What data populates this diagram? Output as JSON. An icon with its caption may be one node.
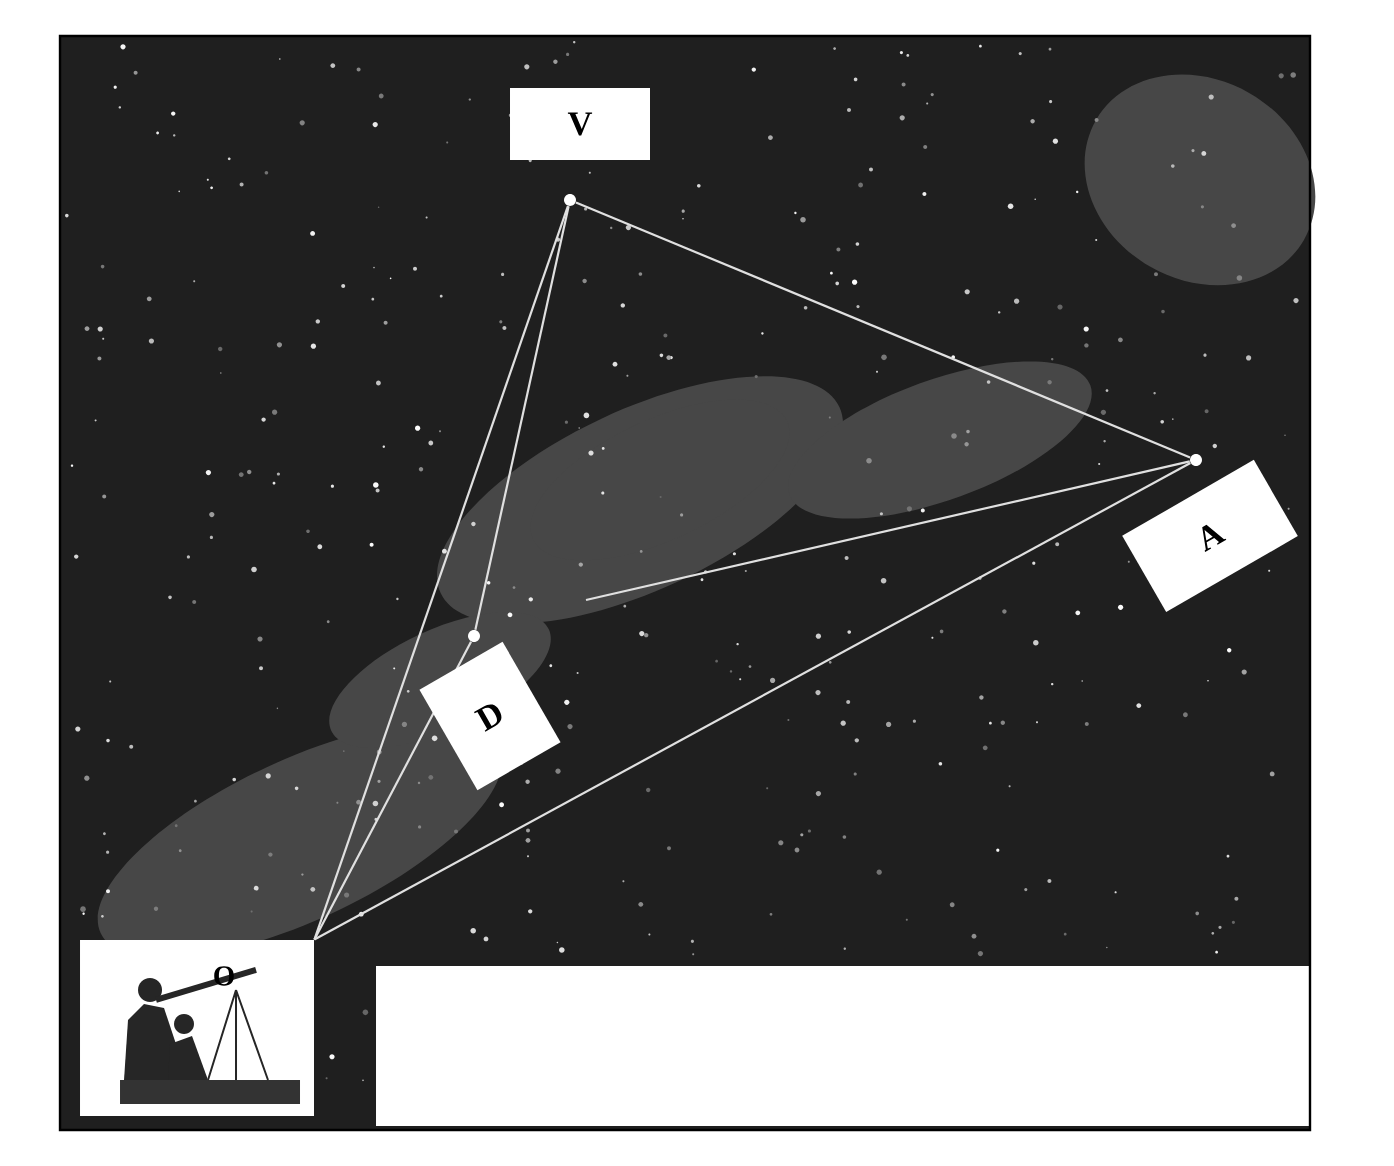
{
  "diagram": {
    "nodes": [
      {
        "text": [],
        "shape": "circle"
      },
      {
        "text": [],
        "shape": "circle"
      },
      {
        "text": [],
        "shape": "circle"
      },
      {
        "text": [
          "O"
        ]
      }
    ],
    "edges": [
      {
        "from": 3,
        "to": 0,
        "arrow": "none"
      },
      {
        "from": 3,
        "to": 2,
        "arrow": "none"
      },
      {
        "from": 2,
        "to": 0,
        "arrow": "none"
      },
      {
        "from": 0,
        "to": 1,
        "arrow": "none"
      },
      {
        "from": 1,
        "to": null,
        "arrow": "none"
      },
      {
        "from": 3,
        "to": 1,
        "arrow": "none"
      }
    ],
    "labels": [
      "V",
      "A",
      "D"
    ]
  }
}
